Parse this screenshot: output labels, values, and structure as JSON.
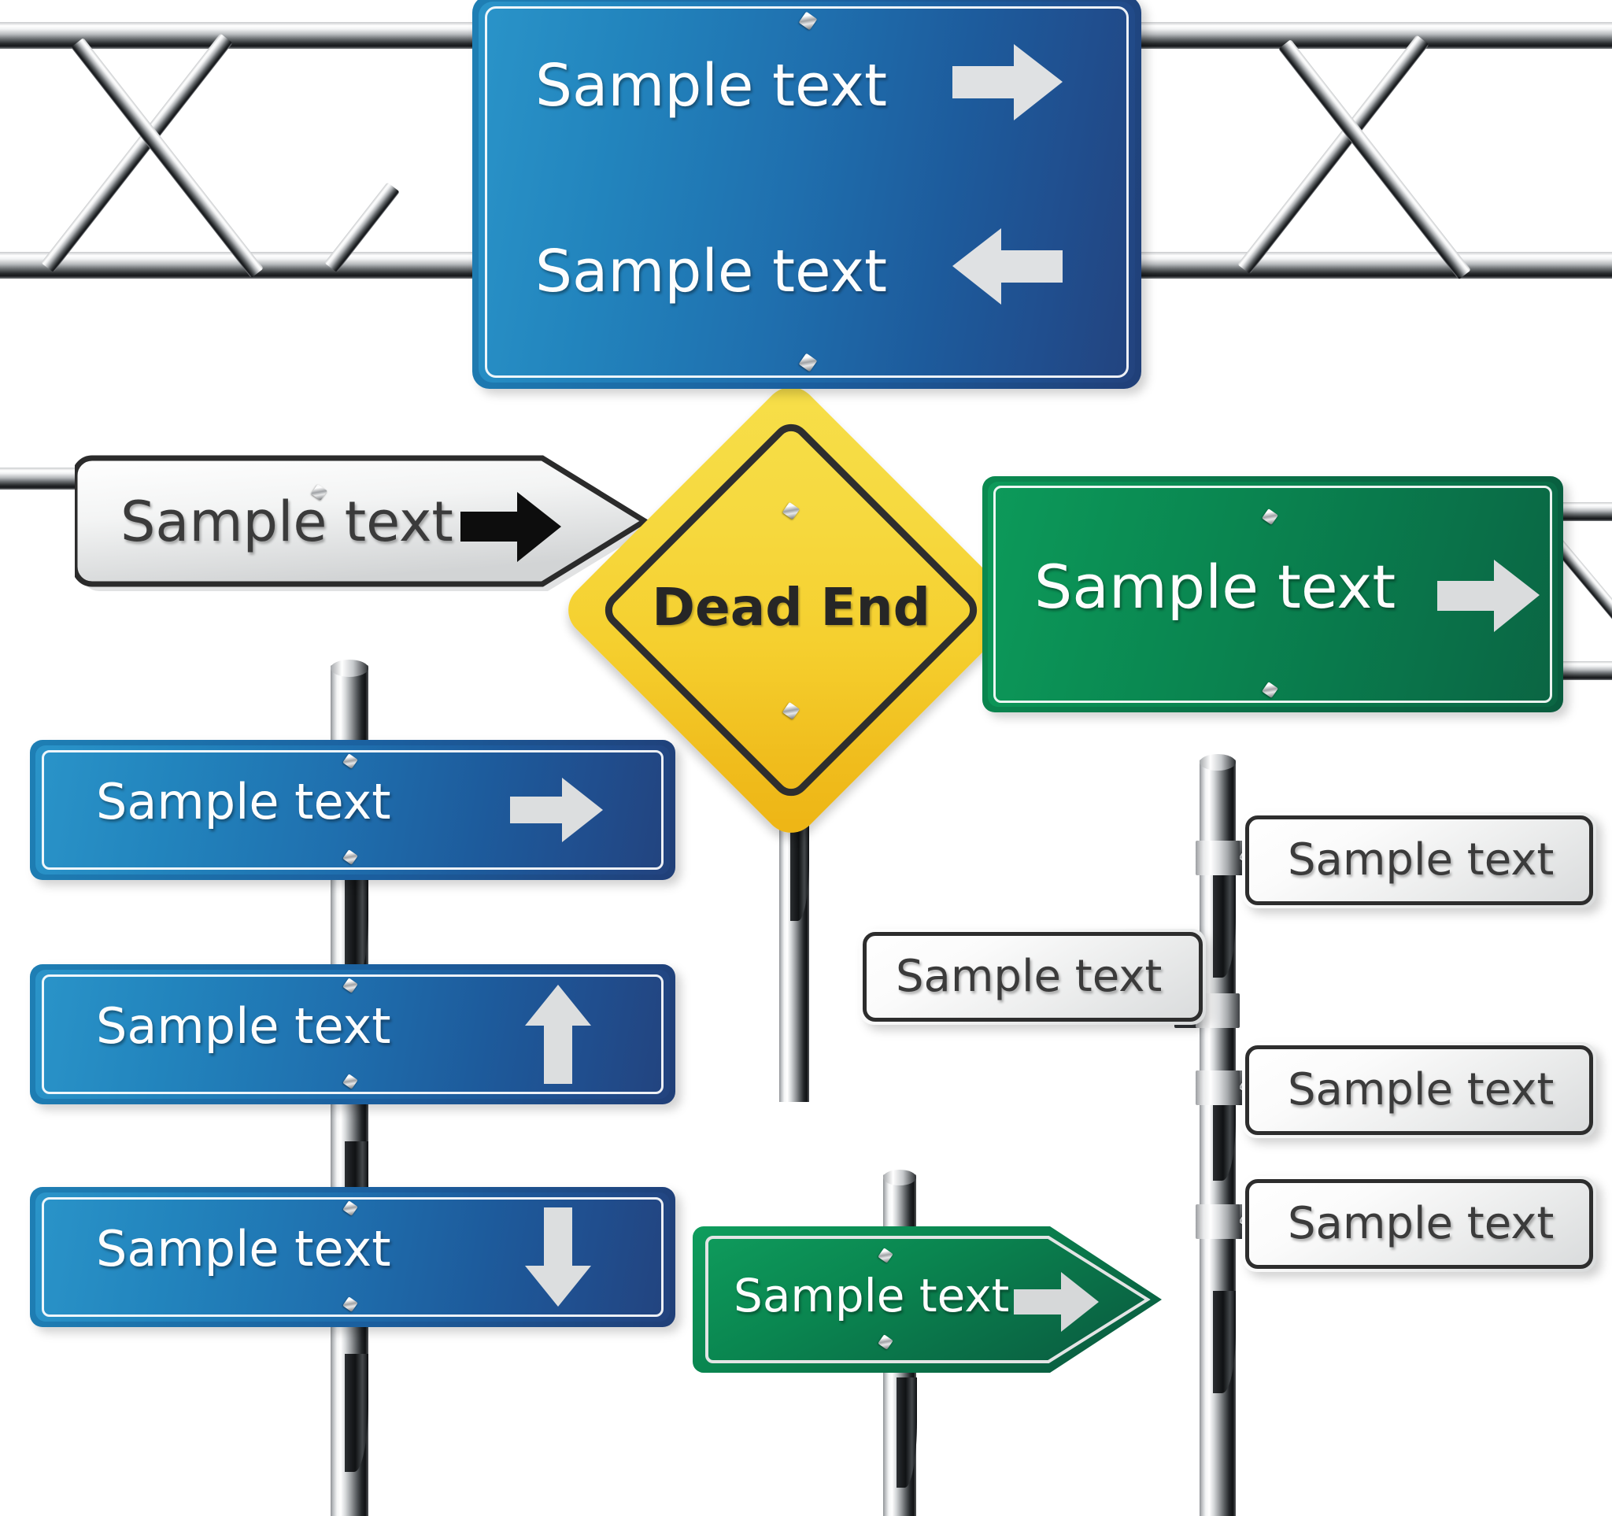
{
  "scene": {
    "title": "Road sign collection illustration",
    "background_color": "#ffffff",
    "palette": {
      "blue_light": "#2a94c9",
      "blue_dark": "#23437e",
      "green_light": "#0d9a5a",
      "green_dark": "#0b6543",
      "yellow": "#f5cf2e",
      "white_sign": "#f4f5f5",
      "text_light": "#fdfdfd",
      "text_dark": "#3b3b3b",
      "chrome": "#c9cbcd",
      "outline_dark": "#2d2d2d"
    }
  },
  "signs": {
    "gantry_blue": {
      "name": "overhead gantry blue sign",
      "line1": "Sample text",
      "line1_arrow": "arrow-right",
      "line2": "Sample text",
      "line2_arrow": "arrow-left",
      "color": "#1f6fae"
    },
    "white_arrow_left_group": {
      "name": "white pointed arrow sign",
      "label": "Sample text",
      "arrow": "arrow-right",
      "color": "#f2f3f3"
    },
    "dead_end": {
      "name": "yellow diamond warning sign",
      "label": "Dead End",
      "color": "#f5cf2e"
    },
    "green_rect": {
      "name": "green rectangular sign",
      "label": "Sample text",
      "arrow": "arrow-right",
      "color": "#0a8550"
    },
    "blue_stack": [
      {
        "label": "Sample text",
        "arrow": "arrow-right"
      },
      {
        "label": "Sample text",
        "arrow": "arrow-up"
      },
      {
        "label": "Sample text",
        "arrow": "arrow-down"
      }
    ],
    "green_pointed": {
      "name": "green pointed arrow sign",
      "label": "Sample text",
      "arrow": "arrow-right",
      "color": "#0a8550"
    },
    "white_small_left": {
      "label": "Sample text"
    },
    "white_small_stack": [
      {
        "label": "Sample text"
      },
      {
        "label": "Sample text"
      },
      {
        "label": "Sample text"
      }
    ]
  },
  "icons": {
    "arrow_right": "arrow-right-icon",
    "arrow_left": "arrow-left-icon",
    "arrow_up": "arrow-up-icon",
    "arrow_down": "arrow-down-icon",
    "bolt": "bolt-icon"
  }
}
